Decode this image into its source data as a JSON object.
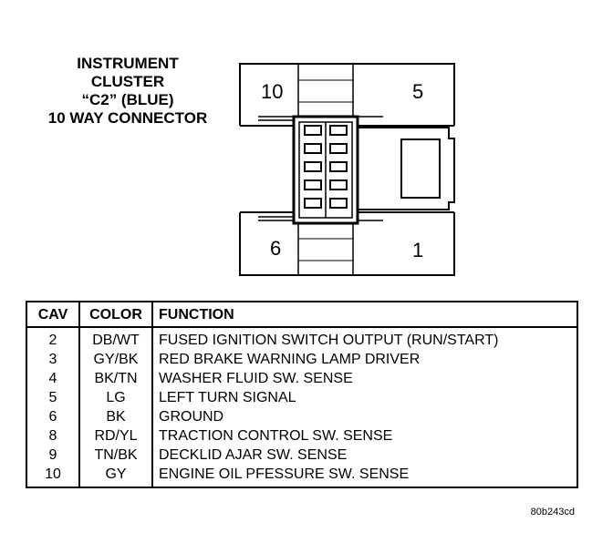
{
  "title": {
    "line1": "INSTRUMENT",
    "line2": "CLUSTER",
    "line3": "“C2” (BLUE)",
    "line4": "10 WAY CONNECTOR"
  },
  "pins": {
    "tl": "10",
    "tr": "5",
    "bl": "6",
    "br": "1"
  },
  "table": {
    "headers": {
      "cav": "CAV",
      "color": "COLOR",
      "function": "FUNCTION"
    },
    "rows": [
      {
        "cav": "2",
        "color": "DB/WT",
        "function": "FUSED IGNITION SWITCH OUTPUT (RUN/START)"
      },
      {
        "cav": "3",
        "color": "GY/BK",
        "function": "RED BRAKE WARNING LAMP DRIVER"
      },
      {
        "cav": "4",
        "color": "BK/TN",
        "function": "WASHER FLUID SW. SENSE"
      },
      {
        "cav": "5",
        "color": "LG",
        "function": "LEFT TURN SIGNAL"
      },
      {
        "cav": "6",
        "color": "BK",
        "function": "GROUND"
      },
      {
        "cav": "8",
        "color": "RD/YL",
        "function": "TRACTION CONTROL SW. SENSE"
      },
      {
        "cav": "9",
        "color": "TN/BK",
        "function": "DECKLID AJAR SW. SENSE"
      },
      {
        "cav": "10",
        "color": "GY",
        "function": "ENGINE OIL PFESSURE SW. SENSE"
      }
    ]
  },
  "figure_code": "80b243cd"
}
